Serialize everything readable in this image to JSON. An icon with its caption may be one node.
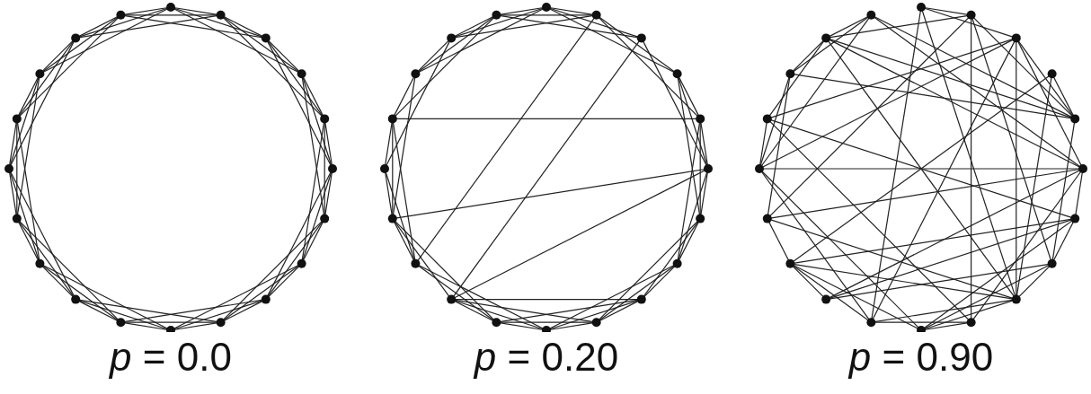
{
  "diagram": {
    "labels": [
      "*p* = 0.0",
      "*p* = 0.20",
      "*p* = 0.90"
    ]
  }
}
